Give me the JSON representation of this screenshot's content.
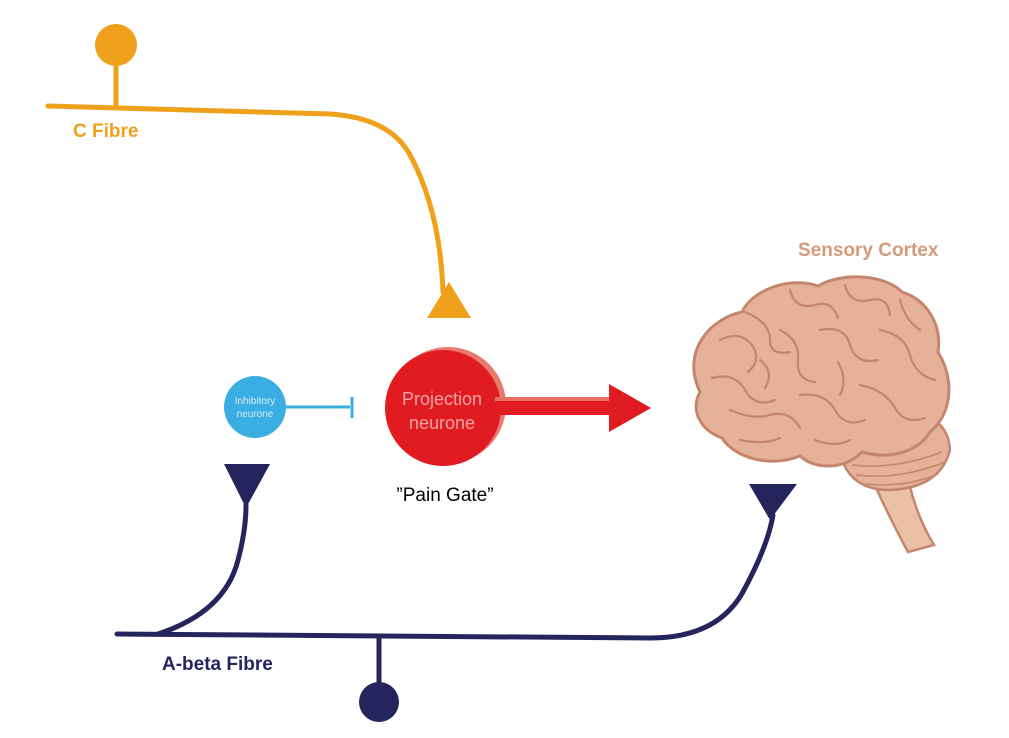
{
  "labels": {
    "c_fibre": "C Fibre",
    "a_beta_fibre": "A-beta Fibre",
    "sensory_cortex": "Sensory Cortex",
    "inhibitory_neurone_line1": "Inhibitory",
    "inhibitory_neurone_line2": "neurone",
    "projection_neurone_line1": "Projection",
    "projection_neurone_line2": "neurone",
    "pain_gate": "”Pain Gate”"
  },
  "colors": {
    "c_fibre": "#f0a11b",
    "a_beta_fibre": "#26245d",
    "inhibitory_neurone": "#3aaee3",
    "projection_neurone": "#e11b22",
    "projection_text": "#f4a3a3",
    "sensory_cortex_label": "#d49a7a",
    "brain_fill": "#e5b198",
    "brain_stroke": "#c4876d",
    "brainstem_fill": "#ecbfa7"
  }
}
